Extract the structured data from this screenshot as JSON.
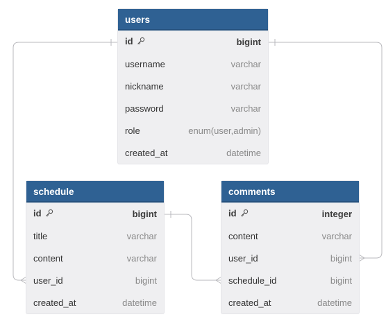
{
  "colors": {
    "header": "#2f6193",
    "body": "#efeff1",
    "line": "#b9b9bd"
  },
  "tables": {
    "users": {
      "name": "users",
      "columns": [
        {
          "name": "id",
          "type": "bigint",
          "pk": true
        },
        {
          "name": "username",
          "type": "varchar"
        },
        {
          "name": "nickname",
          "type": "varchar"
        },
        {
          "name": "password",
          "type": "varchar"
        },
        {
          "name": "role",
          "type": "enum(user,admin)"
        },
        {
          "name": "created_at",
          "type": "datetime"
        }
      ]
    },
    "schedule": {
      "name": "schedule",
      "columns": [
        {
          "name": "id",
          "type": "bigint",
          "pk": true
        },
        {
          "name": "title",
          "type": "varchar"
        },
        {
          "name": "content",
          "type": "varchar"
        },
        {
          "name": "user_id",
          "type": "bigint"
        },
        {
          "name": "created_at",
          "type": "datetime"
        }
      ]
    },
    "comments": {
      "name": "comments",
      "columns": [
        {
          "name": "id",
          "type": "integer",
          "pk": true
        },
        {
          "name": "content",
          "type": "varchar"
        },
        {
          "name": "user_id",
          "type": "bigint"
        },
        {
          "name": "schedule_id",
          "type": "bigint"
        },
        {
          "name": "created_at",
          "type": "datetime"
        }
      ]
    }
  },
  "key_icon": "key-icon"
}
